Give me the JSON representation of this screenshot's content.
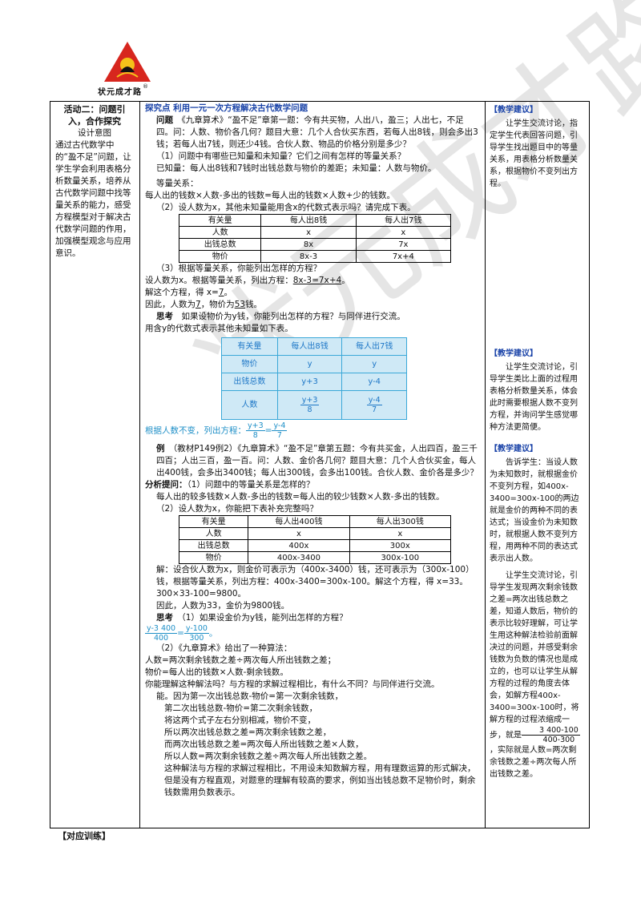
{
  "logo": {
    "brand": "状元成才路",
    "reg": "®"
  },
  "watermark": "状元成才路",
  "left_col": {
    "title": "活动二：问题引入，合作探究",
    "subtitle": "设计意图",
    "body": "通过古代数学中的“盈不足”问题，让学生学会利用表格分析数量关系，培养从古代数学问题中找等量关系的能力，感受方程模型对于解决古代数学问题的作用，加强模型观念与应用意识。"
  },
  "main": {
    "heading": "探究点   利用一元一次方程解决古代数学问题",
    "problem_label": "问题",
    "problem": "《九章算术》“盈不足”章第一题：今有共买物，人出八，盈三；人出七，不足四。问：人数、物价各几何？题目大意：几个人合伙买东西，若每人出8钱，则会多出3钱；若每人出7钱，则还少4钱。合伙人数、物品的价格分别是多少？",
    "q1": "（1）问题中有哪些已知量和未知量？它们之间有怎样的等量关系？",
    "known": "已知量：每人出8钱和7钱时出钱总数与物价的差距；未知量：人数与物价。",
    "eq_label": "等量关系：",
    "eq": "每人出的钱数×人数-多出的钱数=每人出的钱数×人数+少的钱数。",
    "q2": "（2）设人数为x，其他未知量能用含x的代数式表示吗？请完成下表。",
    "table1": {
      "headers": [
        "有关量",
        "每人出8钱",
        "每人出7钱"
      ],
      "rows": [
        [
          "人数",
          "x",
          "x"
        ],
        [
          "出钱总数",
          "8x",
          "7x"
        ],
        [
          "物价",
          "8x-3",
          "7x+4"
        ]
      ]
    },
    "q3": "（3）根据等量关系，你能列出怎样的方程？",
    "set_pre": "设人数为x。根据等量关系，列出方程：",
    "set_eq": "8x-3=7x+4",
    "set_post": "。",
    "solve_pre": "解这个方程，得 x=",
    "solve_val": "7",
    "solve_post": "。",
    "therefore_pre": "因此，人数为",
    "therefore_a": "7",
    "therefore_mid": "，物价为",
    "therefore_b": "53",
    "therefore_post": "钱。",
    "think_label": "思考",
    "think": "如果设物价为y钱，你能列出怎样的方程？与同伴进行交流。",
    "think_line2": "用含y的代数式表示其他未知量如下表。",
    "table2": {
      "headers": [
        "有关量",
        "每人出8钱",
        "每人出7钱"
      ],
      "r1": [
        "物价",
        "y",
        "y"
      ],
      "r2": [
        "出钱总数",
        "y+3",
        "y-4"
      ],
      "r3_label": "人数",
      "r3_a_num": "y+3",
      "r3_a_den": "8",
      "r3_b_num": "y-4",
      "r3_b_den": "7"
    },
    "eq_line_pre": "根据人数不变，列出方程：",
    "eq_line_a_num": "y+3",
    "eq_line_a_den": "8",
    "eq_line_eq": "=",
    "eq_line_b_num": "y-4",
    "eq_line_b_den": "7",
    "ex_label": "例",
    "ex": "（教材P149例2）《九章算术》“盈不足”章第五题：今有共买金，人出四百，盈三千四百；人出三百，盈一百。问：人数、金价各几何？题目大意：几个人合伙买金，每人出400钱，会多出3400钱；每人出300钱，会多出100钱。合伙人数、金价各是多少？",
    "analysis_label": "分析提问：",
    "analysis_q1": "（1）问题中的等量关系是怎样的？",
    "analysis_a1": "每人出的较多钱数×人数-多出的钱数=每人出的较少钱数×人数-多出的钱数。",
    "analysis_q2": "（2）设人数为x，你能把下表补充完整吗？",
    "table3": {
      "headers": [
        "有关量",
        "每人出400钱",
        "每人出300钱"
      ],
      "rows": [
        [
          "人数",
          "x",
          "x"
        ],
        [
          "出钱总数",
          "400x",
          "300x"
        ],
        [
          "物价",
          "400x-3400",
          "300x-100"
        ]
      ]
    },
    "solution": "解：设合伙人数为x，则金价可表示为（400x-3400）钱，还可表示为（300x-100）钱，根据等量关系，列出方程：400x-3400=300x-100。解这个方程，得 x=33。",
    "calc": "300×33-100=9800。",
    "conclusion": "因此，人数为33，金价为9800钱。",
    "think2_label": "思考",
    "think2_q1": "（1）如果设金价为y钱，能列出怎样的方程？",
    "think2_eq_a_num": "y-3 400",
    "think2_eq_a_den": "400",
    "think2_eq_b_num": "y-100",
    "think2_eq_b_den": "300",
    "think2_eq_post": "。",
    "think2_q2": "（2）《九章算术》给出了一种算法：",
    "algo1": "人数=两次剩余钱数之差÷两次每人所出钱数之差；",
    "algo2": "物价=每人出的钱数×人数-剩余钱数。",
    "algo_q": "你能理解这种解法吗？与方程的求解过程相比，有什么不同？与同伴进行交流。",
    "ans1": "能。因为第一次出钱总数-物价=第一次剩余钱数，",
    "ans2": "第二次出钱总数-物价=第二次剩余钱数，",
    "ans3": "将这两个式子左右分别相减，物价不变，",
    "ans4": "所以两次出钱总数之差=两次剩余钱数之差，",
    "ans5": "而两次出钱总数之差=两次每人所出钱数之差×人数，",
    "ans6": "所以人数=两次剩余钱数之差÷两次每人所出钱数之差。",
    "ans7": "这种解法与方程的求解过程相比，不用设未知数解方程，用有理数运算的形式解决，但是没有方程直观，对题意的理解有较高的要求，例如当出钱总数不足物价时，剩余钱数需用负数表示。"
  },
  "right_col": {
    "s1_title": "【教学建议】",
    "s1": "让学生交流讨论，指定学生代表回答问题，引导学生找出题目中的等量关系，用表格分析数量关系，根据物价不变列出方程。",
    "s2_title": "【教学建议】",
    "s2": "让学生交流讨论，引导学生类比上面的过程用表格分析数量关系，体会此时需要根据人数不变列方程，并询问学生感觉哪种方法更简便。",
    "s3_title": "【教学建议】",
    "s3": "告诉学生：当设人数为未知数时，就根据金价不变列方程，如400x-3400=300x-100的两边就是金价的两种不同的表达式；当设金价为未知数时，就根据人数不变列方程，用两种不同的表达式表示出人数。",
    "s4": "让学生交流讨论，引导学生发现两次剩余钱数之差=两次出钱总数之差，知道人数后，物价的表示比较好理解，可让学生用这种解法检验前面解决过的问题，并感受剩余钱数为负数的情况也是成立的，也可以让学生从解方程的过程的角度去体会，如解方程400x-3400=300x-100时，将解方程的过程浓缩成一步，就是",
    "s4_frac_num": "3 400-100",
    "s4_frac_den": "400-300",
    "s4_tail": "，实际就是人数=两次剩余钱数之差÷两次每人所出钱数之差。"
  },
  "footer": "【对应训练】"
}
